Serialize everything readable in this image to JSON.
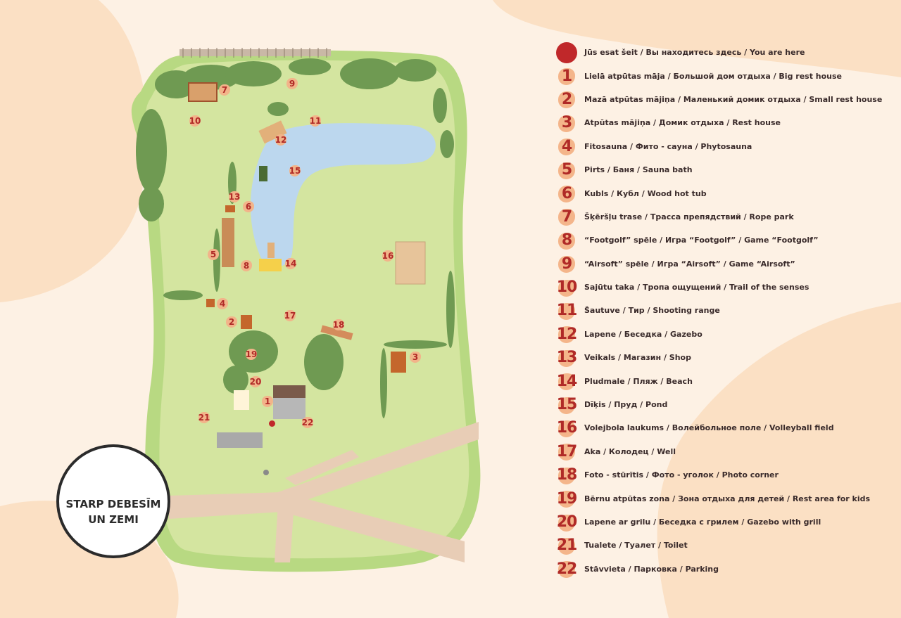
{
  "colors": {
    "background": "#fdf1e4",
    "blob": "#fbe0c4",
    "park": "#d4e5a0",
    "park_edge": "#b8d982",
    "pond": "#bcd7ee",
    "path": "#e8cdb6",
    "trees": "#6f9a52",
    "accent_red": "#c0282a",
    "number_blob": "#f4b58a",
    "number_text": "#b02a27"
  },
  "logo": {
    "line1": "STARP DEBESĪM",
    "line2": "UN ZEMI"
  },
  "legend": [
    {
      "key": "you",
      "num": "",
      "text": "Jūs esat šeit / Вы находитесь здесь / You are here"
    },
    {
      "key": "1",
      "num": "1",
      "text": "Lielā atpūtas māja / Большой дом отдыха / Big rest house"
    },
    {
      "key": "2",
      "num": "2",
      "text": "Mazā atpūtas mājiņa / Маленький домик отдыха / Small rest house"
    },
    {
      "key": "3",
      "num": "3",
      "text": "Atpūtas mājiņa / Домик отдыха / Rest house"
    },
    {
      "key": "4",
      "num": "4",
      "text": "Fitosauna / Фито - сауна / Phytosauna"
    },
    {
      "key": "5",
      "num": "5",
      "text": "Pirts / Баня / Sauna bath"
    },
    {
      "key": "6",
      "num": "6",
      "text": "Kubls / Кубл / Wood hot tub"
    },
    {
      "key": "7",
      "num": "7",
      "text": "Šķēršļu trase / Трасса препядствий / Rope park"
    },
    {
      "key": "8",
      "num": "8",
      "text": "“Footgolf” spēle / Игра “Footgolf” / Game “Footgolf”"
    },
    {
      "key": "9",
      "num": "9",
      "text": "“Airsoft” spēle / Игра “Airsoft” / Game “Airsoft”"
    },
    {
      "key": "10",
      "num": "10",
      "text": "Sajūtu taka / Тропа ощущений / Trail of the senses"
    },
    {
      "key": "11",
      "num": "11",
      "text": "Šautuve / Тир / Shooting range"
    },
    {
      "key": "12",
      "num": "12",
      "text": "Lapene / Беседка / Gazebo"
    },
    {
      "key": "13",
      "num": "13",
      "text": "Veikals / Магазин / Shop"
    },
    {
      "key": "14",
      "num": "14",
      "text": "Pludmale / Пляж / Beach"
    },
    {
      "key": "15",
      "num": "15",
      "text": "Dīķis / Пруд / Pond"
    },
    {
      "key": "16",
      "num": "16",
      "text": "Volejbola laukums / Волейбольное поле / Volleyball field"
    },
    {
      "key": "17",
      "num": "17",
      "text": "Aka / Колодец / Well"
    },
    {
      "key": "18",
      "num": "18",
      "text": "Foto - stūrītis / Фото - уголок / Photo corner"
    },
    {
      "key": "19",
      "num": "19",
      "text": "Bērnu atpūtas zona / Зона отдыха для детей / Rest area for kids"
    },
    {
      "key": "20",
      "num": "20",
      "text": "Lapene ar grilu / Беседка с грилем / Gazebo with grill"
    },
    {
      "key": "21",
      "num": "21",
      "text": "Tualete /  Туалет / Toilet"
    },
    {
      "key": "22",
      "num": "22",
      "text": "Stāvvieta / Парковка / Parking"
    }
  ],
  "map_markers": [
    "1",
    "2",
    "3",
    "4",
    "5",
    "6",
    "7",
    "8",
    "9",
    "10",
    "11",
    "12",
    "13",
    "14",
    "15",
    "16",
    "17",
    "18",
    "19",
    "20",
    "21",
    "22"
  ]
}
